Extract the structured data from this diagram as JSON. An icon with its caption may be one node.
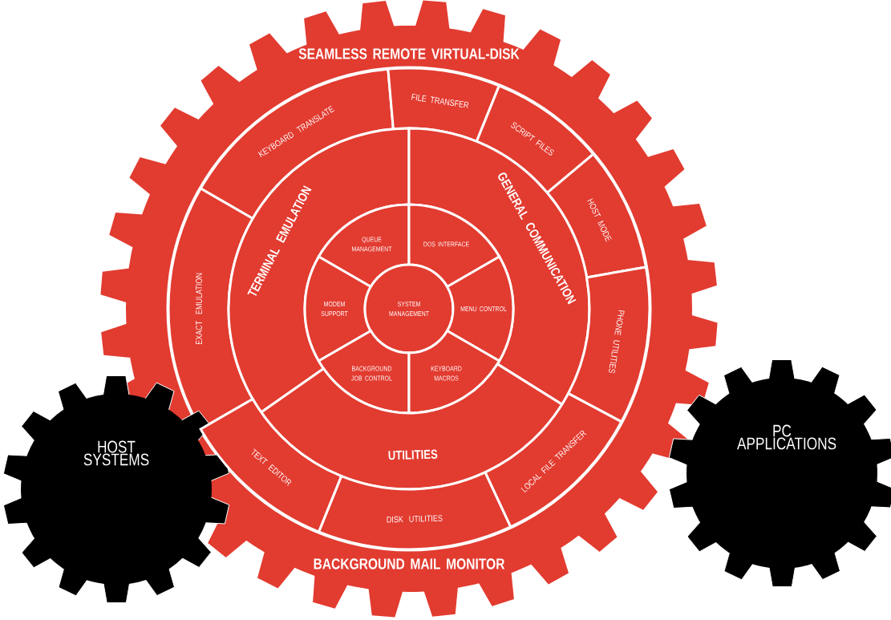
{
  "diagram": {
    "nodes": [
      {
        "text": [
          "SEAMLESS REMOTE VIRTUAL-DISK",
          "BACKGROUND MAIL MONITOR"
        ]
      },
      {
        "text": [
          "KEYBOARD TRANSLATE"
        ],
        "in": 0
      },
      {
        "text": [
          "FILE TRANSFER"
        ],
        "in": 0
      },
      {
        "text": [
          "SCRIPT FILES"
        ],
        "in": 0
      },
      {
        "text": [
          "HOST MODE"
        ],
        "in": 0
      },
      {
        "text": [
          "EXACT EMULATION"
        ],
        "in": 0
      },
      {
        "text": [
          "TERMINAL EMULATION"
        ],
        "in": 0
      },
      {
        "text": [
          "GENERAL COMMUNICATION"
        ],
        "in": 0
      },
      {
        "text": [
          "QUEUE MANAGEMENT"
        ],
        "in": 0
      },
      {
        "text": [
          "DOS INTERFACE"
        ],
        "in": 0
      },
      {
        "text": [
          "MODEM SUPPORT"
        ],
        "in": 0
      },
      {
        "text": [
          "SYSTEM MANAGEMENT"
        ],
        "in": 0
      },
      {
        "text": [
          "MENU CONTROL"
        ],
        "in": 0
      },
      {
        "text": [
          "PHONE UTILITIES"
        ],
        "in": 0
      },
      {
        "text": [
          "BACKGROUND JOB CONTROL"
        ],
        "in": 0
      },
      {
        "text": [
          "KEYBOARD MACROS"
        ],
        "in": 0
      },
      {
        "text": [
          "UTILITIES"
        ],
        "in": 0
      },
      {
        "text": [
          "HOST SYSTEMS"
        ]
      },
      {
        "text": [
          "TEXT EDITOR"
        ],
        "in": 0
      },
      {
        "text": [
          "DISK UTILITIES"
        ],
        "in": 0
      },
      {
        "text": [
          "LOCAL FILE TRANSFER"
        ],
        "in": 0
      },
      {
        "text": [
          "PC APPLICATIONS"
        ]
      }
    ]
  }
}
